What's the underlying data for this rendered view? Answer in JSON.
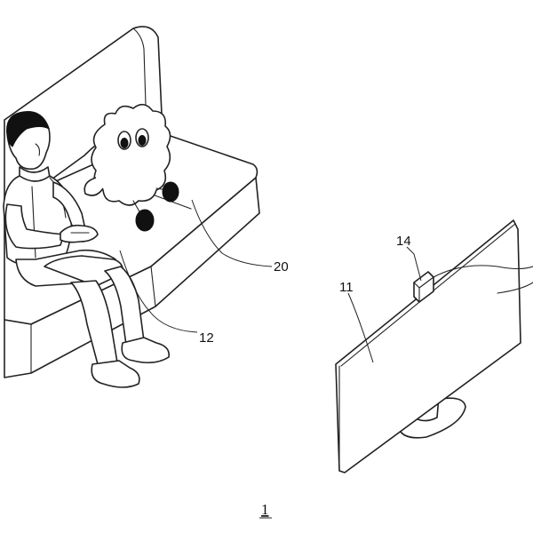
{
  "labels": {
    "ref_20": "20",
    "ref_12": "12",
    "ref_14": "14",
    "ref_11": "11",
    "figure_number": "1"
  }
}
